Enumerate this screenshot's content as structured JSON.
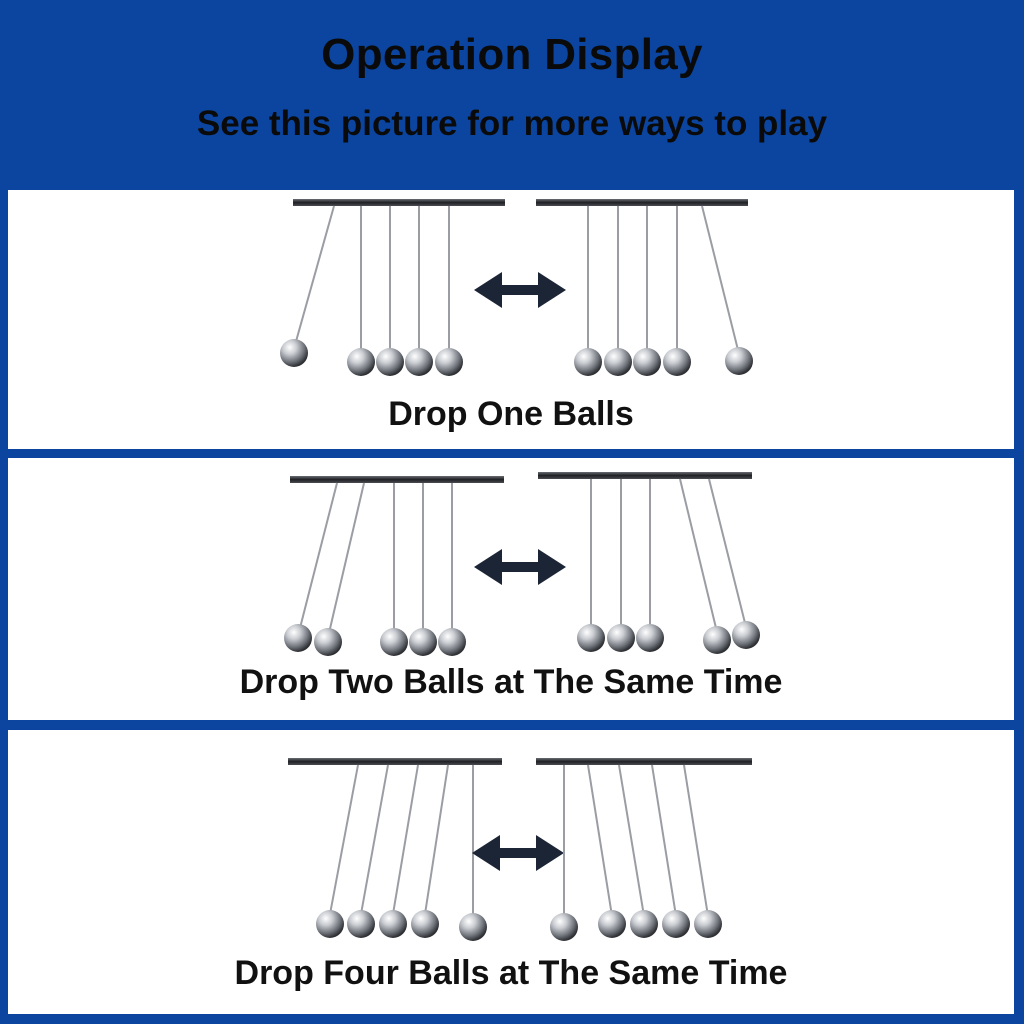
{
  "header": {
    "title": "Operation Display",
    "subtitle": "See this picture for more ways to play"
  },
  "panels": [
    {
      "caption": "Drop One Balls",
      "left_lifted": 1,
      "right_lifted": 1
    },
    {
      "caption": "Drop Two Balls at The Same Time",
      "left_lifted": 2,
      "right_lifted": 2
    },
    {
      "caption": "Drop Four Balls at The Same Time",
      "left_lifted": 4,
      "right_lifted": 4
    }
  ],
  "colors": {
    "background": "#0b45a0",
    "panel": "#ffffff",
    "arrow": "#1c2536",
    "text": "#111111"
  },
  "icons": [
    "newtons-cradle-icon",
    "double-arrow-icon"
  ]
}
